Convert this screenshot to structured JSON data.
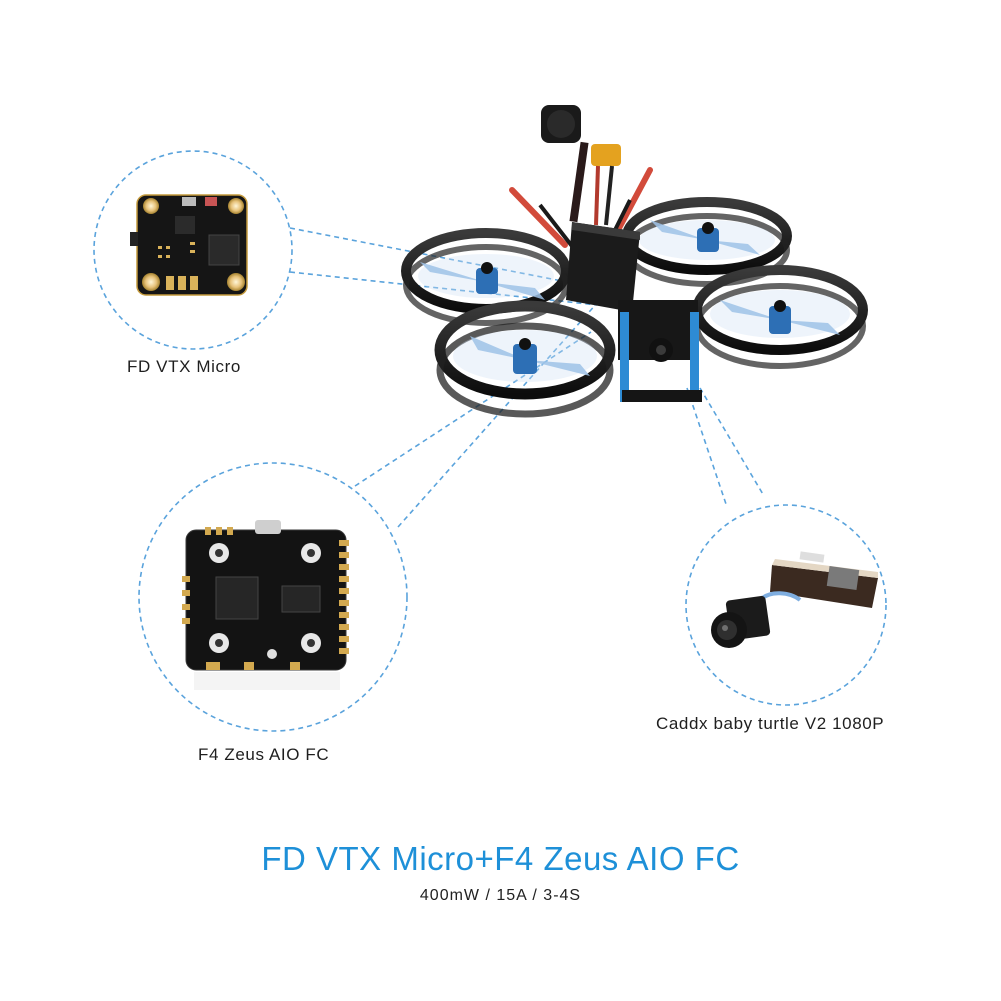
{
  "labels": {
    "vtx": "FD VTX Micro",
    "fc": "F4 Zeus AIO FC",
    "camera": "Caddx baby turtle V2 1080P"
  },
  "headline": "FD VTX Micro+F4 Zeus AIO FC",
  "specs": "400mW / 15A / 3-4S",
  "colors": {
    "accent": "#1e90d8",
    "callout_line": "#5aa3dc",
    "board": "#141414",
    "pad_gold": "#d9b25a",
    "frame_blue": "#2d6fb5",
    "prop": "#9fc3e8"
  }
}
